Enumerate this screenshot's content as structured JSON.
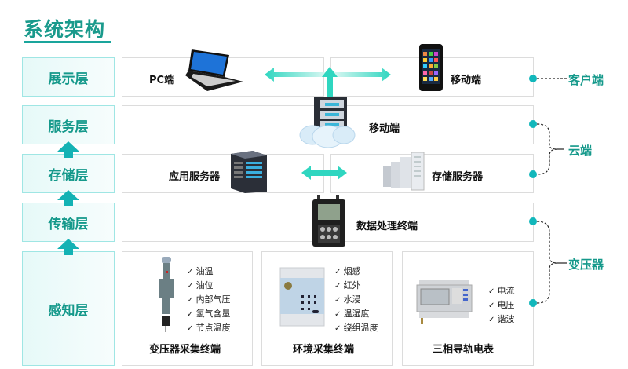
{
  "title": "系统架构",
  "layers": [
    {
      "label": "展示层"
    },
    {
      "label": "服务层"
    },
    {
      "label": "存储层"
    },
    {
      "label": "传输层"
    },
    {
      "label": "感知层"
    }
  ],
  "presentation": {
    "pc_label": "PC端",
    "mobile_label": "移动端"
  },
  "service": {
    "label": "移动端"
  },
  "storage": {
    "app_server_label": "应用服务器",
    "storage_server_label": "存储服务器"
  },
  "transport": {
    "label": "数据处理终端"
  },
  "perception": {
    "devices": [
      {
        "name": "变压器采集终端",
        "items": [
          "油温",
          "油位",
          "内部气压",
          "氢气含量",
          "节点温度"
        ]
      },
      {
        "name": "环境采集终端",
        "items": [
          "烟感",
          "红外",
          "水浸",
          "温湿度",
          "绕组温度"
        ]
      },
      {
        "name": "三相导轨电表",
        "items": [
          "电流",
          "电压",
          "谐波"
        ]
      }
    ]
  },
  "groups": {
    "client": "客户端",
    "cloud": "云端",
    "transformer": "变压器"
  },
  "colors": {
    "accent": "#15998b",
    "arrow": "#2fd6c0",
    "dot": "#12b7bb"
  }
}
